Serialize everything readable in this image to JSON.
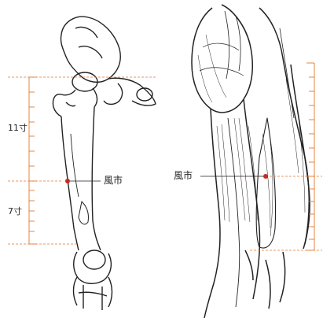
{
  "left_panel": {
    "upper_scale_label": "11寸",
    "lower_scale_label": "7寸",
    "point_label": "風市"
  },
  "right_panel": {
    "point_label": "風市"
  },
  "colors": {
    "guide_line": "#e8782a",
    "point": "#c8281e",
    "outline": "#222222"
  },
  "icons": [
    "femur-skeleton",
    "thigh-muscle-illustration"
  ]
}
